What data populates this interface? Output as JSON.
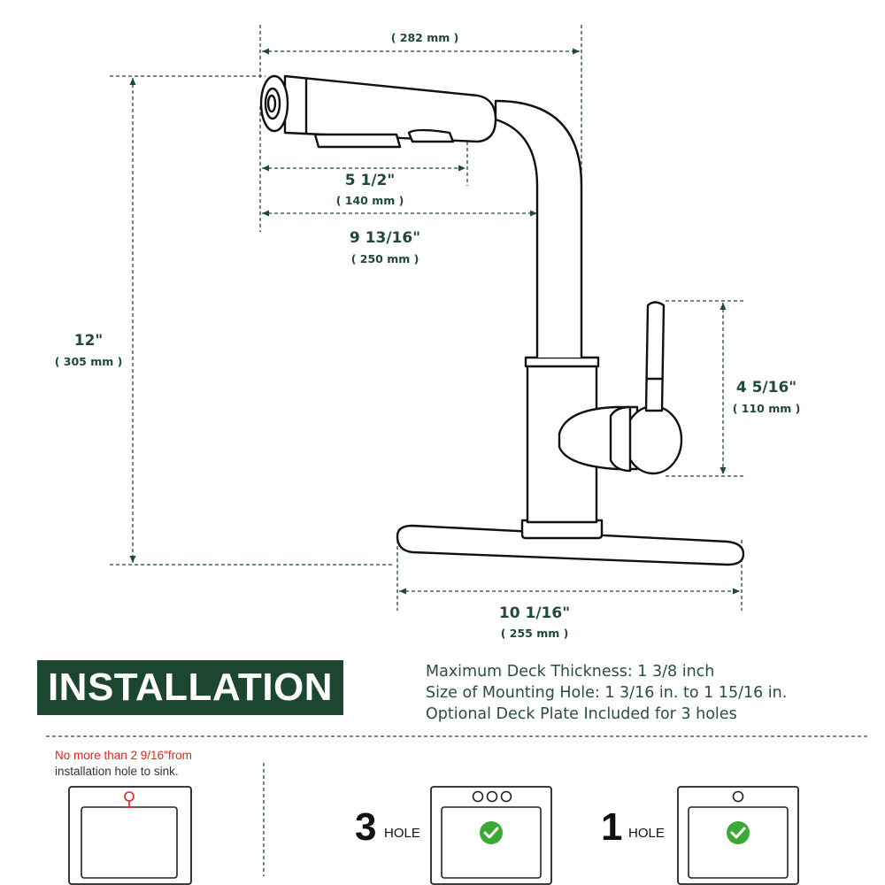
{
  "dimensions": {
    "top_width_mm": "( 282 mm )",
    "spout_inches": "5 1/2\"",
    "spout_mm": "( 140 mm )",
    "reach_inches": "9 13/16\"",
    "reach_mm": "( 250 mm )",
    "height_inches": "12\"",
    "height_mm": "( 305 mm )",
    "handle_inches": "4 5/16\"",
    "handle_mm": "( 110 mm )",
    "plate_inches": "10 1/16\"",
    "plate_mm": "( 255 mm )"
  },
  "installation": {
    "title": "INSTALLATION",
    "specs": [
      "Maximum Deck Thickness: 1 3/8 inch",
      "Size of Mounting Hole: 1 3/16 in. to 1 15/16 in.",
      "Optional Deck Plate Included for 3 holes"
    ],
    "note_line1": "No more than 2 9/16\"from",
    "note_line2": "installation hole to sink.",
    "option_3_number": "3",
    "option_3_word": "HOLE",
    "option_1_number": "1",
    "option_1_word": "HOLE"
  },
  "colors": {
    "dimension": "#1f4a33",
    "banner": "#1d4631",
    "note_red": "#e8211c",
    "check_green": "#3aa935"
  }
}
